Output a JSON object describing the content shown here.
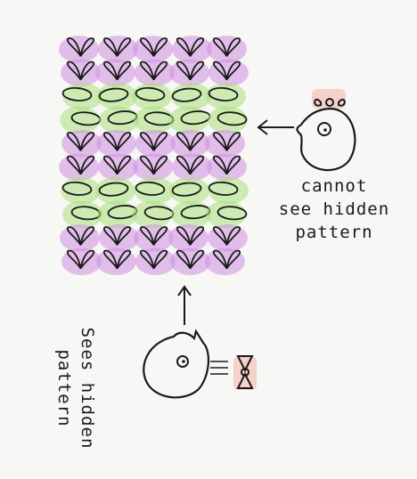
{
  "labels": {
    "right": {
      "line1": "cannot",
      "line2": "see hidden",
      "line3": "pattern"
    },
    "rotated": {
      "line1": "Sees hidden",
      "line2": "pattern"
    }
  },
  "pattern": {
    "rows": [
      {
        "kind": "v",
        "count": 5,
        "tint": "purple"
      },
      {
        "kind": "v",
        "count": 5,
        "tint": "purple"
      },
      {
        "kind": "oval",
        "count": 5,
        "tint": "green"
      },
      {
        "kind": "oval",
        "count": 5,
        "tint": "green"
      },
      {
        "kind": "v",
        "count": 5,
        "tint": "purple"
      },
      {
        "kind": "v",
        "count": 5,
        "tint": "purple"
      },
      {
        "kind": "oval",
        "count": 5,
        "tint": "green"
      },
      {
        "kind": "oval",
        "count": 5,
        "tint": "green"
      },
      {
        "kind": "v",
        "count": 5,
        "tint": "purple"
      },
      {
        "kind": "v",
        "count": 5,
        "tint": "purple"
      }
    ]
  },
  "colors": {
    "background": "#f7f7f5",
    "ink": "#1a1a1a",
    "purple_tint": "#cf8fe0",
    "green_tint": "#a9e07a",
    "bow": "#f08a7a"
  },
  "icons": {
    "bow": "bow-icon",
    "face": "bird-face-icon",
    "arrow": "arrow-icon"
  }
}
